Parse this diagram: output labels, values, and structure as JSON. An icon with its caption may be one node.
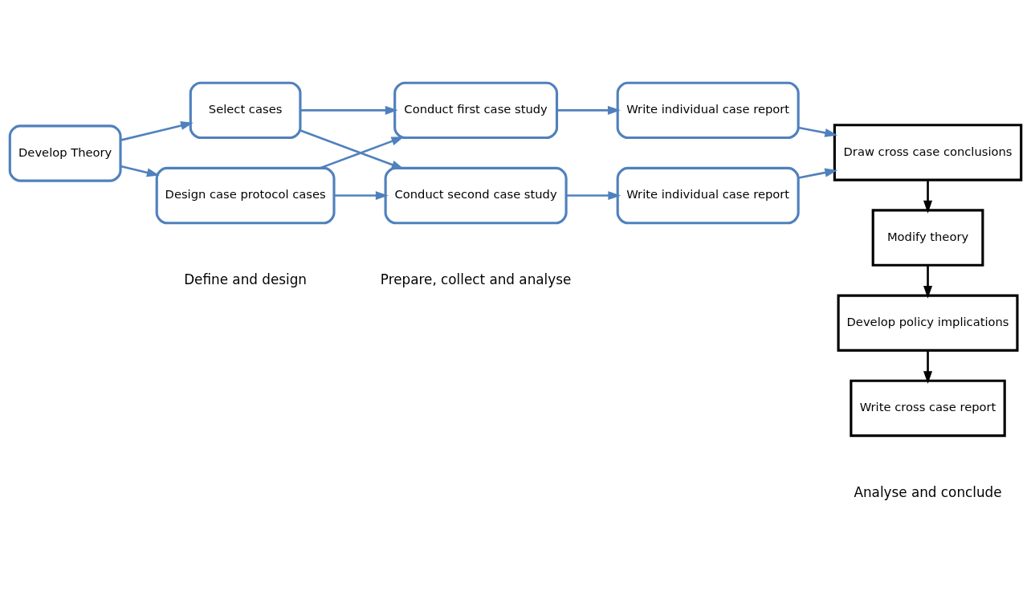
{
  "diagram": {
    "nodes": [
      {
        "text": [
          "Develop Theory"
        ]
      },
      {
        "text": [
          "Select cases"
        ]
      },
      {
        "text": [
          "Design case protocol cases"
        ]
      },
      {
        "text": [
          "Conduct first case study"
        ]
      },
      {
        "text": [
          "Conduct second case study"
        ]
      },
      {
        "text": [
          "Write individual case report"
        ]
      },
      {
        "text": [
          "Write individual case report"
        ]
      },
      {
        "text": [
          "Draw cross case conclusions"
        ]
      },
      {
        "text": [
          "Modify theory"
        ]
      },
      {
        "text": [
          "Develop policy implications"
        ]
      },
      {
        "text": [
          "Write cross case report"
        ]
      }
    ],
    "edges": [
      {
        "from": 0,
        "to": 1,
        "arrow": "to"
      },
      {
        "from": 0,
        "to": 2,
        "arrow": "to"
      },
      {
        "from": 1,
        "to": 3,
        "arrow": "to"
      },
      {
        "from": 1,
        "to": 4,
        "arrow": "to"
      },
      {
        "from": 2,
        "to": 3,
        "arrow": "to"
      },
      {
        "from": 2,
        "to": 4,
        "arrow": "to"
      },
      {
        "from": 3,
        "to": 5,
        "arrow": "to"
      },
      {
        "from": 4,
        "to": 6,
        "arrow": "to"
      },
      {
        "from": 5,
        "to": 7,
        "arrow": "to"
      },
      {
        "from": 6,
        "to": 7,
        "arrow": "to"
      },
      {
        "from": 7,
        "to": 8,
        "arrow": "to",
        "color": "#000000"
      },
      {
        "from": 8,
        "to": 9,
        "arrow": "to",
        "color": "#000000"
      },
      {
        "from": 9,
        "to": 10,
        "arrow": "to",
        "color": "#000000"
      }
    ],
    "labels": [
      "Define and design",
      "Prepare, collect and analyse",
      "Analyse and conclude"
    ]
  }
}
